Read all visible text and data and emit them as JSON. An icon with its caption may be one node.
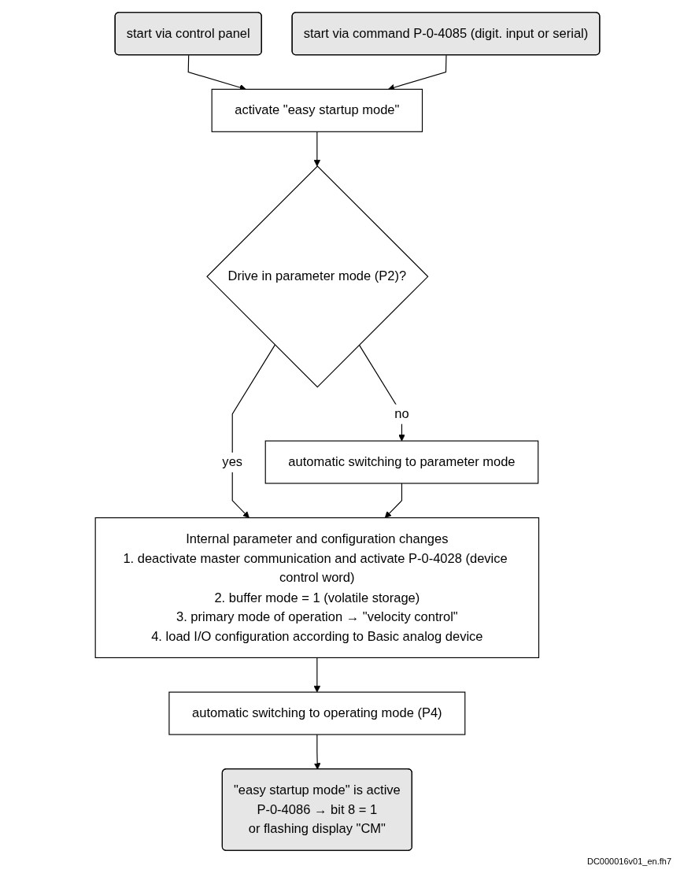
{
  "diagram": {
    "nodes": [
      {
        "text": [
          "start via control panel"
        ]
      },
      {
        "text": [
          "start via command P-0-4085 (digit. input or serial)"
        ]
      },
      {
        "text": [
          "activate \"easy startup mode\""
        ]
      },
      {
        "text": [
          "Drive in parameter mode (P2)?"
        ]
      },
      {
        "text": [
          "automatic switching to parameter mode"
        ]
      },
      {
        "text": [
          "Internal parameter and configuration changes",
          "1. deactivate master communication and activate P-0-4028 (device control word)",
          "2. buffer mode = 1 (volatile storage)",
          "3. primary mode of operation → \"velocity control\"",
          "4. load I/O configuration according to Basic analog device"
        ]
      },
      {
        "text": [
          "automatic switching to operating mode (P4)"
        ]
      },
      {
        "text": [
          "\"easy startup mode\" is active",
          "P-0-4086 → bit 8 = 1",
          "or flashing display \"CM\""
        ]
      }
    ],
    "edges": [
      {
        "from": 0,
        "to": 2,
        "arrow": "to"
      },
      {
        "from": 1,
        "to": 2,
        "arrow": "to"
      },
      {
        "from": 2,
        "to": 3,
        "arrow": "to"
      },
      {
        "from": 3,
        "to": 4,
        "arrow": "to",
        "label": "no"
      },
      {
        "from": 3,
        "to": 5,
        "arrow": "to",
        "label": "yes"
      },
      {
        "from": 4,
        "to": 5,
        "arrow": "to"
      },
      {
        "from": 5,
        "to": 6,
        "arrow": "to"
      },
      {
        "from": 6,
        "to": 7,
        "arrow": "to"
      }
    ],
    "labels": [
      "DC000016v01_en.fh7"
    ]
  }
}
